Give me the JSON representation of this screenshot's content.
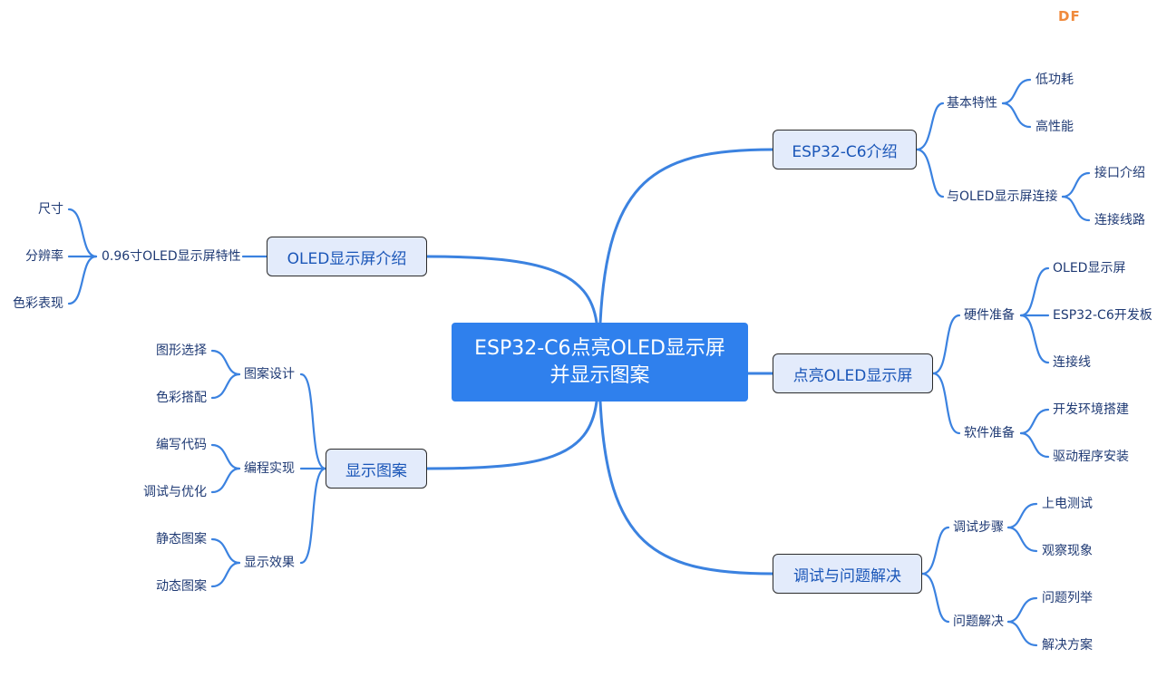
{
  "brand": {
    "logo_text": "DF",
    "color": "#f08a3c"
  },
  "colors": {
    "link": "#3b82e0",
    "root_bg": "#2f80ed",
    "main_bg": "#e3ebfb",
    "main_text": "#1a56b8",
    "text": "#1f3a74"
  },
  "root": {
    "text": "ESP32-C6点亮OLED显示屏并显示图案"
  },
  "branches": {
    "esp32": {
      "label": "ESP32-C6介绍",
      "features": {
        "label": "基本特性",
        "items": [
          "低功耗",
          "高性能"
        ]
      },
      "connect": {
        "label": "与OLED显示屏连接",
        "items": [
          "接口介绍",
          "连接线路"
        ]
      }
    },
    "light": {
      "label": "点亮OLED显示屏",
      "hardware": {
        "label": "硬件准备",
        "items": [
          "OLED显示屏",
          "ESP32-C6开发板",
          "连接线"
        ]
      },
      "software": {
        "label": "软件准备",
        "items": [
          "开发环境搭建",
          "驱动程序安装"
        ]
      }
    },
    "debug": {
      "label": "调试与问题解决",
      "steps": {
        "label": "调试步骤",
        "items": [
          "上电测试",
          "观察现象"
        ]
      },
      "problems": {
        "label": "问题解决",
        "items": [
          "问题列举",
          "解决方案"
        ]
      }
    },
    "oled": {
      "label": "OLED显示屏介绍",
      "features": {
        "label": "0.96寸OLED显示屏特性",
        "items": [
          "尺寸",
          "分辨率",
          "色彩表现"
        ]
      }
    },
    "display": {
      "label": "显示图案",
      "design": {
        "label": "图案设计",
        "items": [
          "图形选择",
          "色彩搭配"
        ]
      },
      "code": {
        "label": "编程实现",
        "items": [
          "编写代码",
          "调试与优化"
        ]
      },
      "effect": {
        "label": "显示效果",
        "items": [
          "静态图案",
          "动态图案"
        ]
      }
    }
  }
}
